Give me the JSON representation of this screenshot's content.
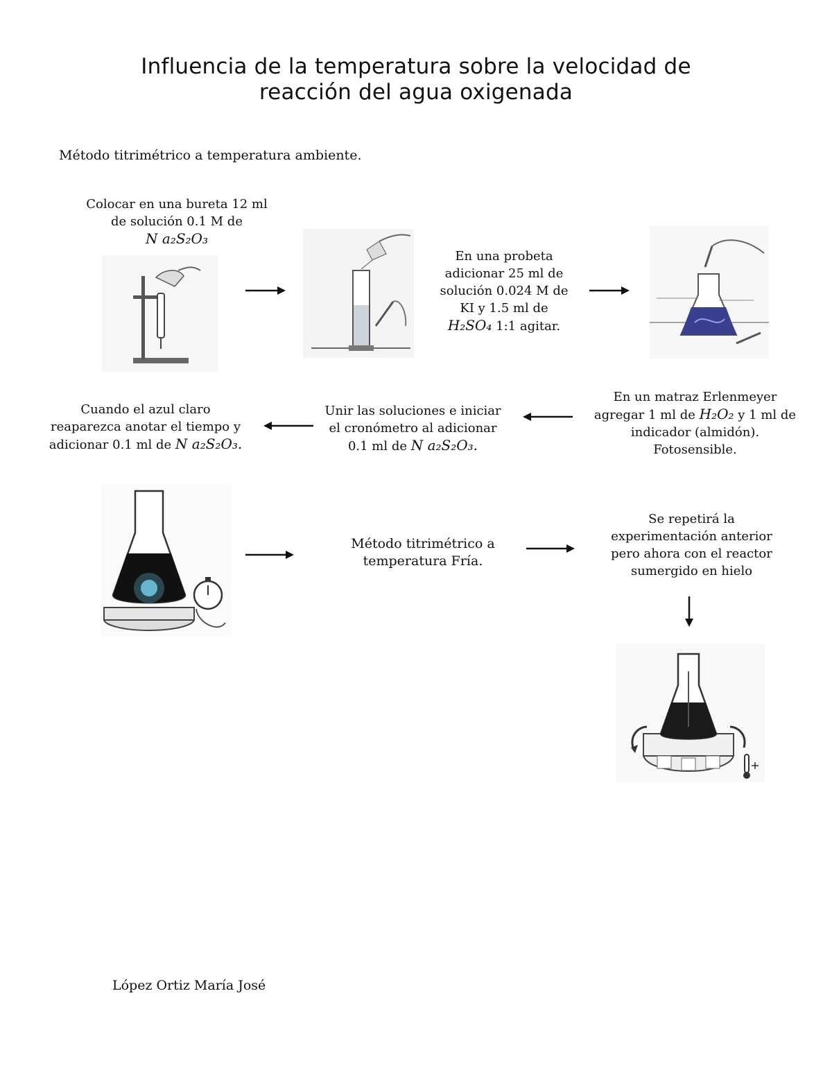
{
  "title_line1": "Influencia de la temperatura sobre la velocidad de",
  "title_line2": "reacción del agua oxigenada",
  "subtitle": "Método titrimétrico a temperatura ambiente.",
  "steps": {
    "s1_l1": "Colocar en una bureta 12 ml",
    "s1_l2": "de solución 0.1 M de",
    "s1_f": "N a₂S₂O₃",
    "s2_l1": "En una probeta",
    "s2_l2": "adicionar 25 ml de",
    "s2_l3": "solución 0.024 M de",
    "s2_l4": "KI y 1.5 ml de",
    "s2_f": "H₂SO₄",
    "s2_l5": "1:1 agitar.",
    "s3_l1": "En un matraz Erlenmeyer",
    "s3_l2a": "agregar 1 ml de",
    "s3_f": "H₂O₂",
    "s3_l2b": "y 1 ml de",
    "s3_l3": "indicador (almidón).",
    "s3_l4": "Fotosensible.",
    "s4_l1": "Unir las soluciones e iniciar",
    "s4_l2": "el cronómetro al adicionar",
    "s4_l3": "0.1 ml de",
    "s4_f": "N a₂S₂O₃.",
    "s5_l1": "Cuando el azul claro",
    "s5_l2": "reaparezca anotar el tiempo y",
    "s5_l3": "adicionar 0.1 ml de",
    "s5_f": "N a₂S₂O₃.",
    "s6_l1": "Método titrimétrico a",
    "s6_l2": "temperatura Fría.",
    "s7_l1": "Se repetirá la",
    "s7_l2": "experimentación anterior",
    "s7_l3": "pero ahora con el reactor",
    "s7_l4": "sumergido en hielo"
  },
  "author": "López Ortiz María José"
}
